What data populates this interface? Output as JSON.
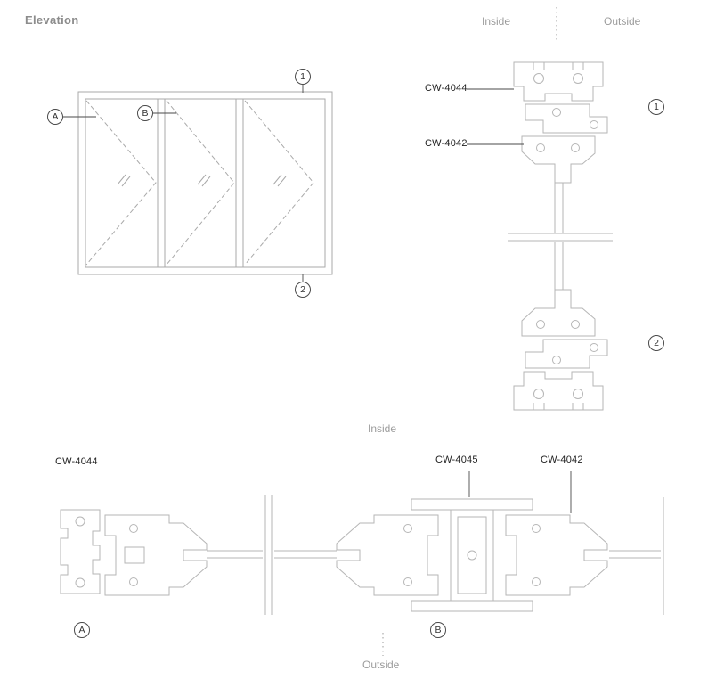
{
  "titles": {
    "elevation": "Elevation"
  },
  "elevation_view": {
    "markers": {
      "jamb": "A",
      "meeting": "B",
      "head": "1",
      "sill": "2"
    }
  },
  "vertical_section": {
    "inside_label": "Inside",
    "outside_label": "Outside",
    "profile_labels": {
      "top": "CW-4044",
      "bottom": "CW-4042"
    },
    "markers": {
      "head": "1",
      "sill": "2"
    }
  },
  "horizontal_section": {
    "inside_label": "Inside",
    "outside_label": "Outside",
    "profile_labels": {
      "left": "CW-4044",
      "center": "CW-4045",
      "right": "CW-4042"
    },
    "markers": {
      "left": "A",
      "right": "B"
    }
  },
  "colors": {
    "profile_linework": "#b6b6b6",
    "elevation_linework": "#a9a9a9",
    "annotation_line": "#4a4a4a",
    "muted_text": "#9b9b9b",
    "label_text": "#222222"
  }
}
